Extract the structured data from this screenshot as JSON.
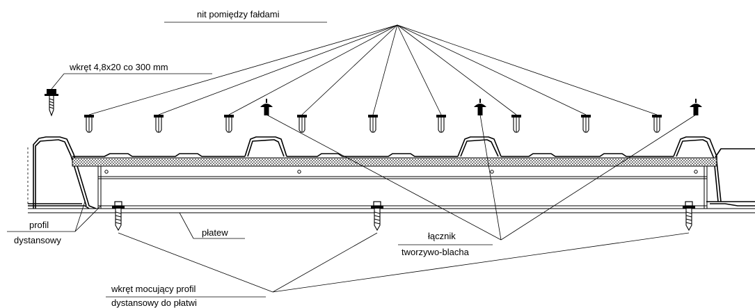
{
  "labels": {
    "rivet": "nit pomiędzy fałdami",
    "screw": "wkręt  4,8x20 co 300 mm",
    "spacer_line1": "profil",
    "spacer_line2": "dystansowy",
    "purlin": "płatew",
    "connector_line1": "łącznik",
    "connector_line2": "tworzywo-blacha",
    "fixing_line1": "wkręt mocujący profil",
    "fixing_line2": "dystansowy do płatwi"
  },
  "colors": {
    "ink": "#000000",
    "paper": "#ffffff",
    "insulation": "#3a3a3a"
  },
  "icons": {
    "rivet": "blind-rivet-icon",
    "screw": "self-drilling-screw-icon",
    "connector": "plastic-connector-icon",
    "bolt": "hex-bolt-icon"
  }
}
